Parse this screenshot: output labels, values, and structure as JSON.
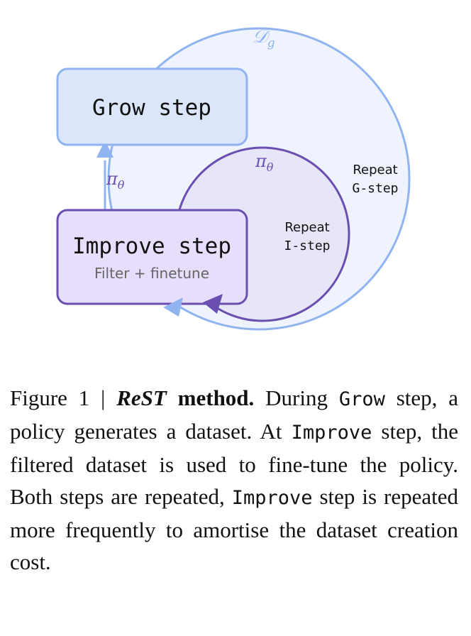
{
  "diagram": {
    "grow_box_label": "Grow step",
    "improve_box_label": "Improve step",
    "improve_box_sublabel": "Filter + finetune",
    "outer_loop_label_greek": "𝒟",
    "outer_loop_label_sub": "g",
    "policy_label_left": "π",
    "policy_label_left_sub": "θ",
    "policy_label_inner": "π",
    "policy_label_inner_sub": "θ",
    "repeat_g_line1": "Repeat",
    "repeat_g_line2": "G-step",
    "repeat_i_line1": "Repeat",
    "repeat_i_line2": "I-step",
    "colors": {
      "grow_fill": "#dbe6fb",
      "grow_stroke": "#8fb4ef",
      "outer_fill": "#eef3fd",
      "outer_stroke": "#8fb4ef",
      "inner_fill": "#e7e6f9",
      "inner_stroke": "#6a4fb0",
      "improve_fill": "#e6defb",
      "improve_stroke": "#6a4fb0",
      "blue_arrow": "#8fb4ef",
      "purple_arrow": "#6a4fb0"
    }
  },
  "caption": {
    "figure_label": "Figure 1 | ",
    "method_name": "ReST",
    "method_suffix": " method.",
    "text_1": " During ",
    "grow_word": "Grow",
    "text_2": " step, a policy generates a dataset.  At ",
    "improve_word_1": "Improve",
    "text_3": " step, the filtered dataset is used to fine-tune the policy. Both steps are repeated, ",
    "improve_word_2": "Improve",
    "text_4": " step is repeated more frequently to amortise the dataset creation cost."
  }
}
